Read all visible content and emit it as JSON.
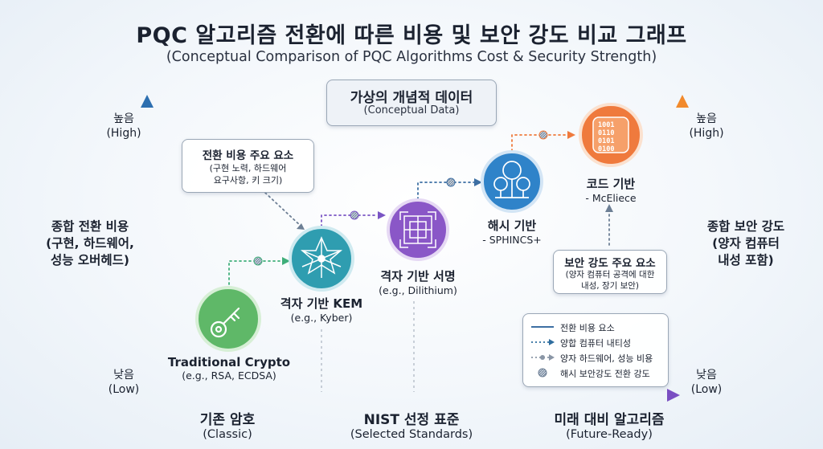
{
  "title": "PQC 알고리즘 전환에 따른 비용 및 보안 강도 비교 그래프",
  "subtitle": "(Conceptual Comparison of PQC Algorithms Cost & Security Strength)",
  "concept_box": {
    "line1": "가상의 개념적 데이터",
    "line2": "(Conceptual Data)"
  },
  "cost_factors": {
    "title": "전환 비용 주요 요소",
    "line1": "(구현 노력, 하드웨어",
    "line2": "요구사항, 키 크기)"
  },
  "security_factors": {
    "title": "보안 강도 주요 요소",
    "line1": "(양자 컴퓨터 공격에 대한",
    "line2": "내성, 장기 보안)"
  },
  "left_axis": {
    "high": "높음",
    "high_en": "(High)",
    "low": "낮음",
    "low_en": "(Low)",
    "title": "종합 전환 비용",
    "sub1": "(구현, 하드웨어,",
    "sub2": "성능 오버헤드)"
  },
  "right_axis": {
    "high": "높음",
    "high_en": "(High)",
    "low": "낮음",
    "low_en": "(Low)",
    "title": "종합 보안 강도",
    "sub1": "(양자 컴퓨터",
    "sub2": "내성 포함)"
  },
  "x_axis": {
    "left": "기존 암호",
    "left_en": "(Classic)",
    "mid": "NIST 선정 표준",
    "mid_en": "(Selected Standards)",
    "right": "미래 대비 알고리즘",
    "right_en": "(Future-Ready)"
  },
  "nodes": [
    {
      "name": "Traditional Crypto",
      "example": "(e.g., RSA, ECDSA)",
      "color": "#5fb868",
      "icon": "key-icon"
    },
    {
      "name": "격자 기반 KEM",
      "example": "(e.g., Kyber)",
      "color": "#2f9db0",
      "icon": "lattice-star-icon"
    },
    {
      "name": "격자 기반 서명",
      "example": "(e.g., Dilithium)",
      "color": "#8a57c7",
      "icon": "lattice-grid-icon"
    },
    {
      "name": "해시 기반",
      "example": "- SPHINCS+",
      "color": "#2f83c9",
      "icon": "tree-icon"
    },
    {
      "name": "코드 기반",
      "example": "- McEliece",
      "color": "#ef7a3d",
      "icon": "binary-code-icon"
    }
  ],
  "legend": [
    {
      "label": "전환 비용 요소",
      "color": "#3d6fa3",
      "icon": "solid-line-icon"
    },
    {
      "label": "양합 컴퓨터 내티성",
      "color": "#2f6d9e",
      "icon": "dotted-arrow-icon"
    },
    {
      "label": "양자 하드웨어, 성능 비용",
      "color": "#8a96a6",
      "icon": "dotted-dot-arrow-icon"
    },
    {
      "label": "해시 보안강도 전환 강도",
      "color": "#6d7f95",
      "icon": "hatched-dot-icon"
    }
  ],
  "colors": {
    "axis_left": "#2d6fb0",
    "axis_right": "#f28a2c",
    "axis_bottom_start": "#2aa88f",
    "axis_bottom_end": "#7a4fc2"
  }
}
